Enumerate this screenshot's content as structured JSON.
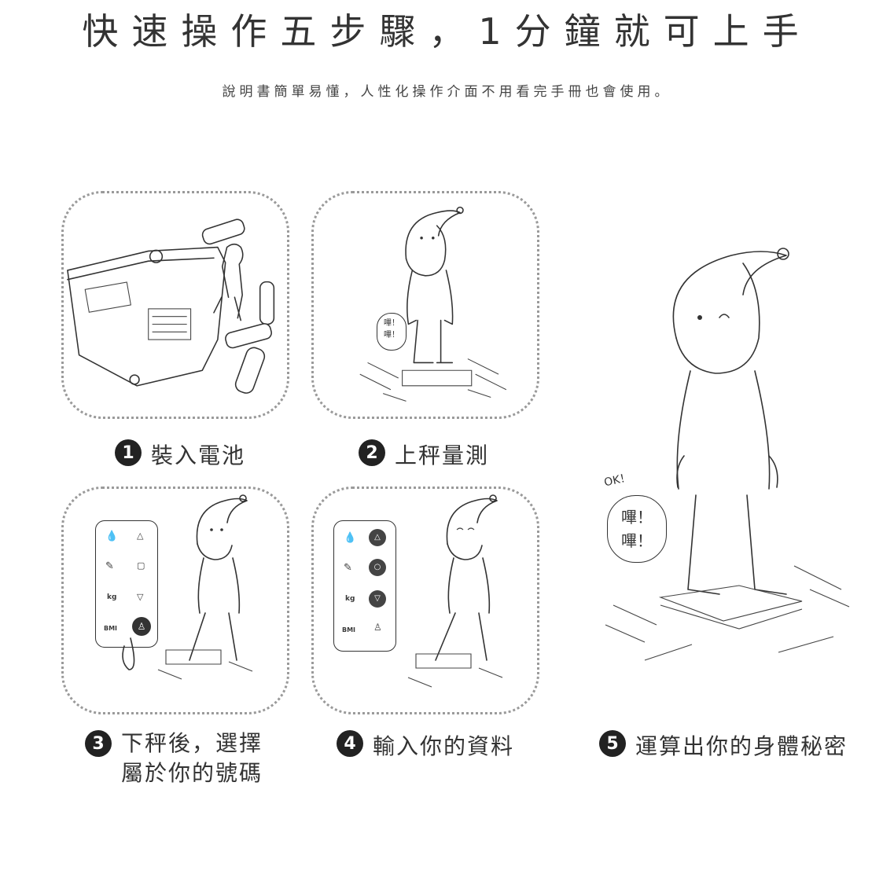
{
  "header": {
    "title": "快速操作五步驟，1分鐘就可上手",
    "subtitle": "說明書簡單易懂，人性化操作介面不用看完手冊也會使用。"
  },
  "steps": [
    {
      "number": "1",
      "label": "裝入電池"
    },
    {
      "number": "2",
      "label": "上秤量測"
    },
    {
      "number": "3",
      "label_line1": "下秤後，選擇",
      "label_line2": "屬於你的號碼"
    },
    {
      "number": "4",
      "label": "輸入你的資料"
    },
    {
      "number": "5",
      "label": "運算出你的身體秘密"
    }
  ],
  "bubbles": {
    "beep_small": "嗶！嗶！",
    "ok": "OK！",
    "beep_big_1": "嗶！",
    "beep_big_2": "嗶！"
  },
  "panel_keys": {
    "kg": "kg",
    "bmi": "BMI"
  }
}
